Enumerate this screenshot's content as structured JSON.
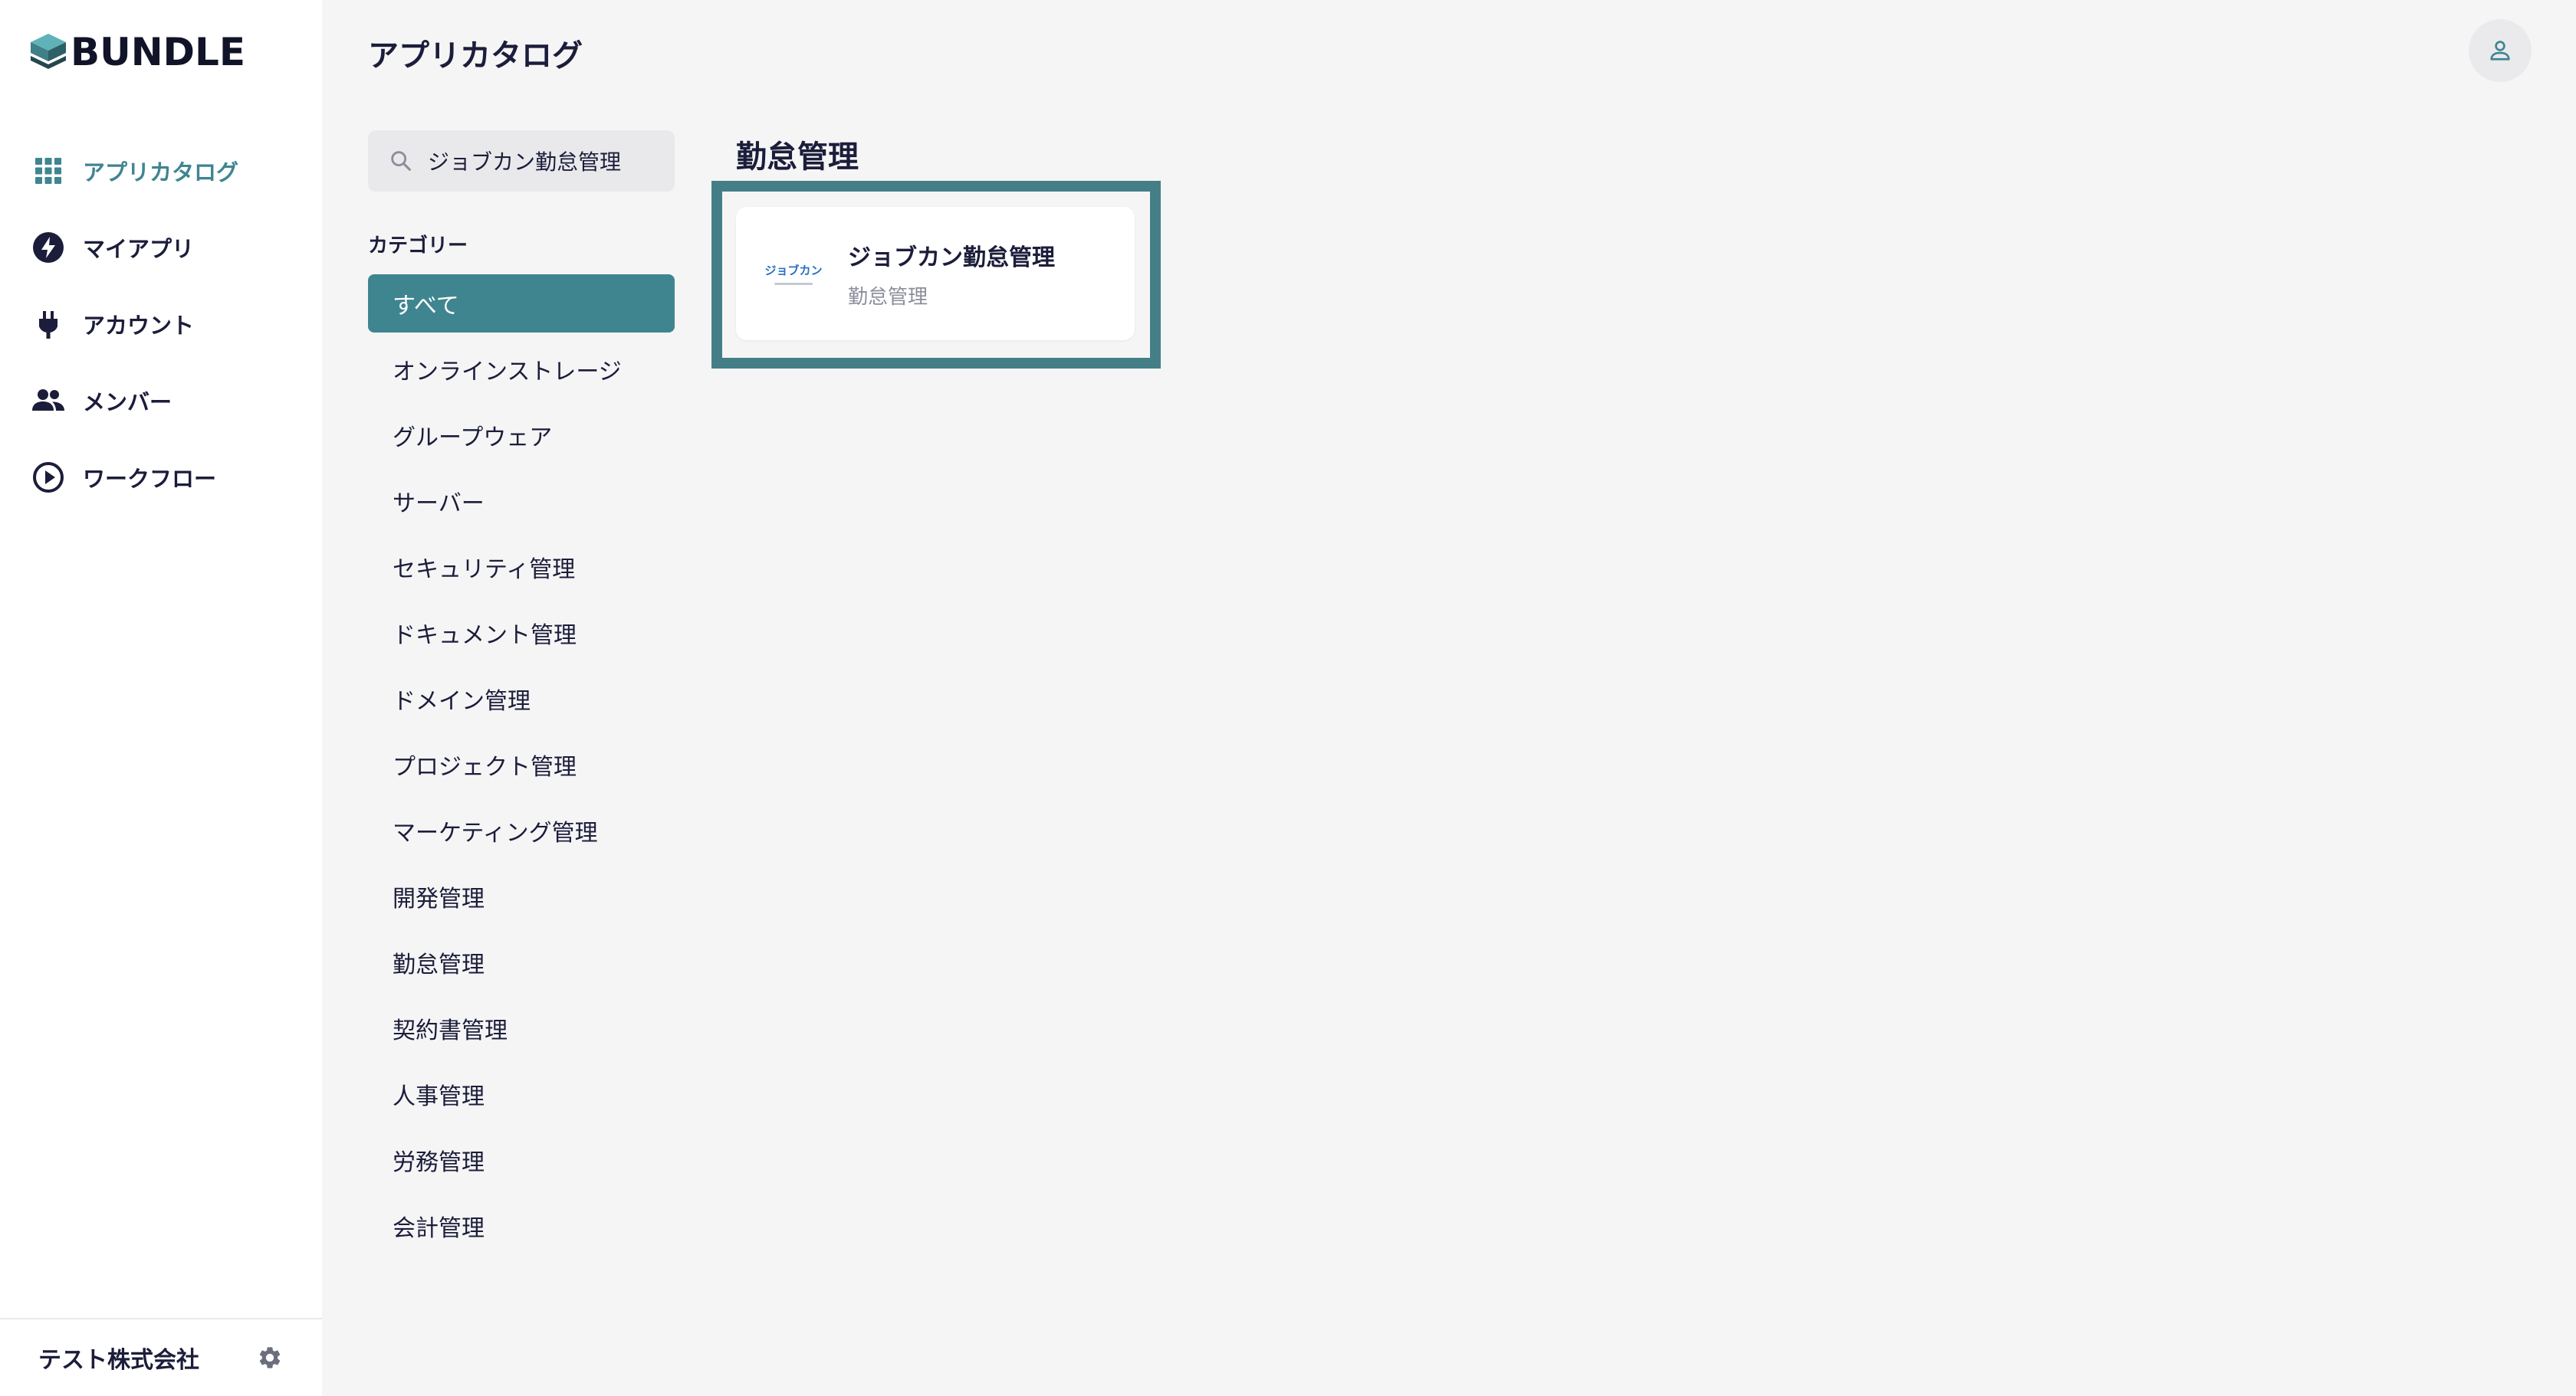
{
  "brand": {
    "name": "BUNDLE"
  },
  "nav": {
    "items": [
      {
        "label": "アプリカタログ",
        "icon": "grid-icon",
        "active": true
      },
      {
        "label": "マイアプリ",
        "icon": "bolt-icon",
        "active": false
      },
      {
        "label": "アカウント",
        "icon": "plug-icon",
        "active": false
      },
      {
        "label": "メンバー",
        "icon": "people-icon",
        "active": false
      },
      {
        "label": "ワークフロー",
        "icon": "play-circle-icon",
        "active": false
      }
    ]
  },
  "footer": {
    "company": "テスト株式会社",
    "settings_icon": "gear-icon"
  },
  "header": {
    "title": "アプリカタログ",
    "user_icon": "user-icon"
  },
  "search": {
    "value": "ジョブカン勤怠管理",
    "icon": "search-icon"
  },
  "categories": {
    "heading": "カテゴリー",
    "items": [
      "すべて",
      "オンラインストレージ",
      "グループウェア",
      "サーバー",
      "セキュリティ管理",
      "ドキュメント管理",
      "ドメイン管理",
      "プロジェクト管理",
      "マーケティング管理",
      "開発管理",
      "勤怠管理",
      "契約書管理",
      "人事管理",
      "労務管理",
      "会計管理"
    ],
    "selected": "すべて"
  },
  "results": {
    "section_title": "勤怠管理",
    "apps": [
      {
        "name": "ジョブカン勤怠管理",
        "category": "勤怠管理",
        "logo_text": "ジョブカン"
      }
    ]
  },
  "colors": {
    "accent": "#3f8590",
    "highlight_border": "#447f87",
    "text": "#1b1d3a",
    "background": "#f5f5f6"
  }
}
